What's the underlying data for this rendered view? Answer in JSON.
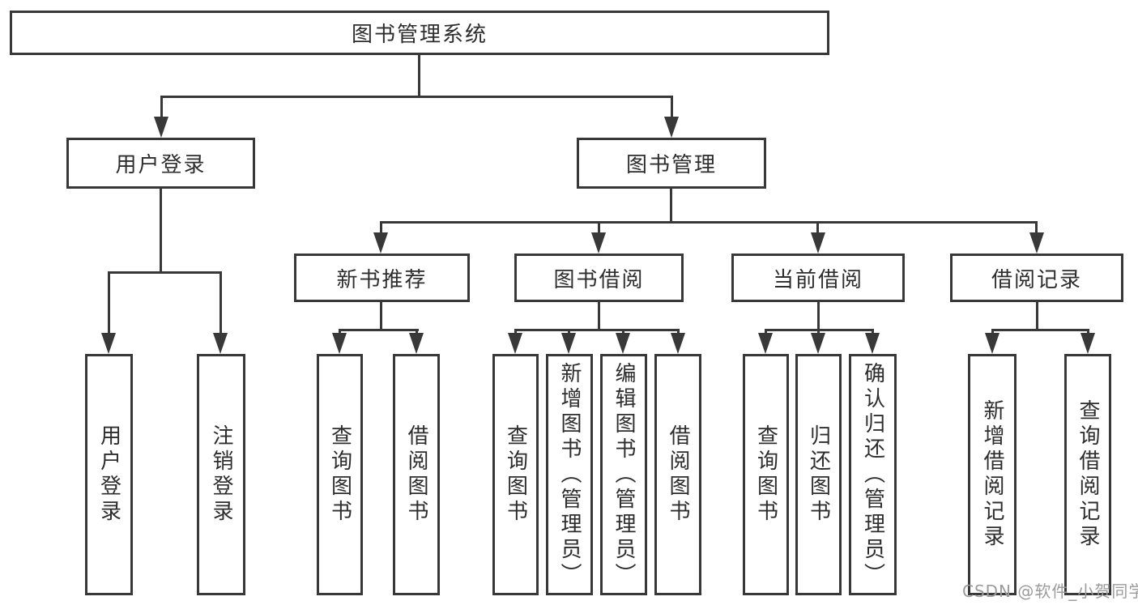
{
  "diagram": {
    "root": {
      "label": "图书管理系统"
    },
    "branches": [
      {
        "label": "用户登录",
        "children": [
          {
            "label": "用户登录"
          },
          {
            "label": "注销登录"
          }
        ]
      },
      {
        "label": "图书管理",
        "children": [
          {
            "label": "新书推荐",
            "children": [
              {
                "label": "查询图书"
              },
              {
                "label": "借阅图书"
              }
            ]
          },
          {
            "label": "图书借阅",
            "children": [
              {
                "label": "查询图书"
              },
              {
                "label": "新增图书（管理员）"
              },
              {
                "label": "编辑图书（管理员）"
              },
              {
                "label": "借阅图书"
              }
            ]
          },
          {
            "label": "当前借阅",
            "children": [
              {
                "label": "查询图书"
              },
              {
                "label": "归还图书"
              },
              {
                "label": "确认归还（管理员）"
              }
            ]
          },
          {
            "label": "借阅记录",
            "children": [
              {
                "label": "新增借阅记录"
              },
              {
                "label": "查询借阅记录"
              }
            ]
          }
        ]
      }
    ],
    "watermark": {
      "label": "CSDN @软件_小贺同学"
    },
    "colors": {
      "line": "#383838",
      "text": "#2d2d2d",
      "watermark": "#9b9b9b",
      "background": "#ffffff"
    }
  }
}
